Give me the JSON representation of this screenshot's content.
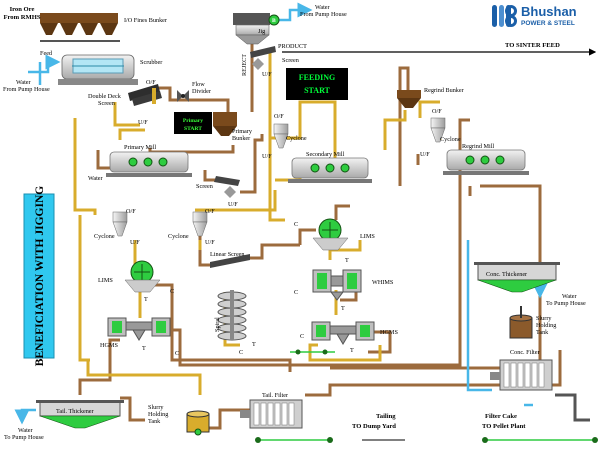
{
  "brand": {
    "logo_text": "Bhushan",
    "logo_sub": "POWER & STEEL",
    "primary_color": "#1b5fa8",
    "accent_color": "#7ab6e6"
  },
  "title": "BENEFICIATION WITH JIGGING",
  "banners": {
    "feeding": [
      "FEEDING",
      "START"
    ],
    "primary": [
      "Primary",
      "START"
    ]
  },
  "labels": {
    "iron_ore": [
      "Iron Ore",
      "From RMHS"
    ],
    "io_fines_bunker": "I/O Fines Bunker",
    "feed": "Feed",
    "scrubber": "Scrubber",
    "water_from_pump_house_1": [
      "Water",
      "From Pump House"
    ],
    "double_deck_screen": [
      "Double Deck",
      "Screen"
    ],
    "of_1": "O/F",
    "uf_1": "U/F",
    "flow_divider": [
      "Flow",
      "Divider"
    ],
    "reject": "REJECT",
    "jig": "Jig",
    "jig_badge": "B",
    "water_top": [
      "Water",
      "From Pump House"
    ],
    "product": "PRODUCT",
    "screen_top": "Screen",
    "uf_top": "U/F",
    "to_sinter_feed": "TO SINTER FEED",
    "primary_bunker": [
      "Primary",
      "Bunker"
    ],
    "regrind_bunker": "Regrind Bunker",
    "primary_mill": "Primary Mill",
    "water_mill": "Water",
    "screen_mid": "Screen",
    "uf_mid": "U/F",
    "of_cyclone1": "O/F",
    "cyclone1": "Cyclone",
    "uf_cyclone1": "U/F",
    "secondary_mill": "Secondary Mill",
    "of_regrind": "O/F",
    "cyclone_regrind": "Cyclone",
    "uf_regrind": "U/F",
    "regrind_mill": "Regrind Mill",
    "of_left": "O/F",
    "cyclone_left": "Cyclone",
    "uf_left": "U/F",
    "of_left2": "O/F",
    "cyclone_left2": "Cyclone",
    "uf_left2": "U/F",
    "linear_screen": "Linear Screen",
    "lims_left": "LIMS",
    "t1": "T",
    "c1": "C",
    "hgms_left": "HGMS",
    "t2": "T",
    "c2": "C",
    "spiral": "Spiral",
    "c3": "C",
    "t3": "T",
    "c_mid": "C",
    "lims_right": "LIMS",
    "t_right": "T",
    "whims": "WHIMS",
    "c_whims": "C",
    "t_whims": "T",
    "hgms_right": "HGMS",
    "c_hgms": "C",
    "t_hgms": "T",
    "conc_thickener": "Conc. Thickener",
    "water_right": [
      "Water",
      "To Pump House"
    ],
    "slurry_holding_right": [
      "Slurry",
      "Holding",
      "Tank"
    ],
    "conc_filter": "Conc. Filter",
    "tail_thickener": "Tail. Thickener",
    "water_left_bottom": [
      "Water",
      "To Pump House"
    ],
    "slurry_holding_left": [
      "Slurry",
      "Holding",
      "Tank"
    ],
    "tail_filter": "Tail. Filter",
    "tailing": [
      "Tailing",
      "TO Dump Yard"
    ],
    "filter_cake": [
      "Filter Cake",
      "TO Pellet Plant"
    ]
  },
  "colors": {
    "tailings_line": "#9c6b3d",
    "product_line": "#d8ac2c",
    "water_line": "#48b7e8",
    "equipment": "#c9c9c9",
    "motor_green": "#2ecc40",
    "dark": "#333333",
    "feeding_text": "#00ff3a",
    "primary_text": "#3aff3a"
  }
}
